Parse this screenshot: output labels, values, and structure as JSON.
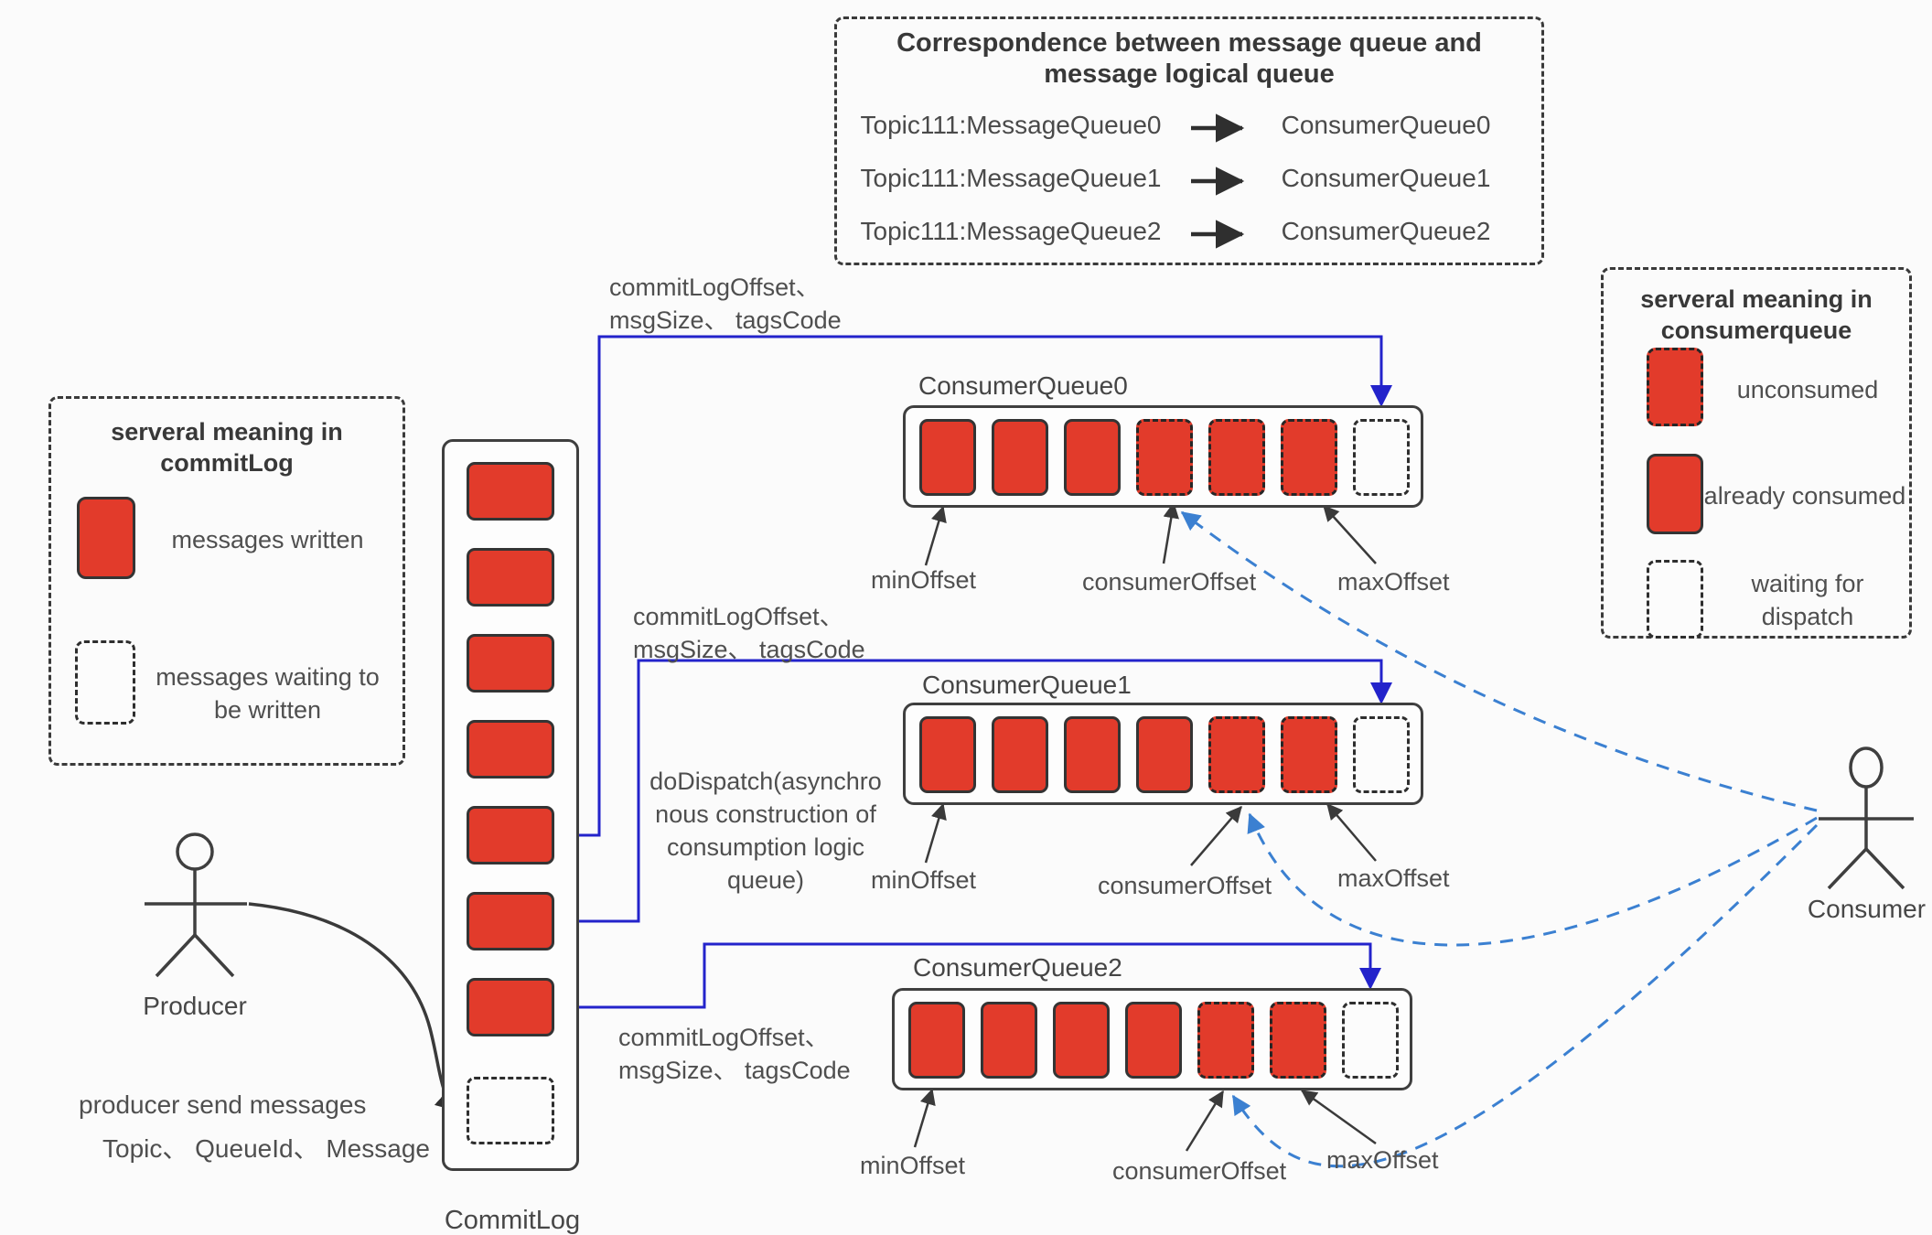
{
  "colors": {
    "message_red": "#e23b2b",
    "dispatch_line_blue": "#2323cb",
    "consume_line_blue": "#3b80d1",
    "outline_ink": "#3a3a3a"
  },
  "correspondence": {
    "title": "Correspondence between message queue and\nmessage logical queue",
    "rows": [
      {
        "from": "Topic111:MessageQueue0",
        "to": "ConsumerQueue0"
      },
      {
        "from": "Topic111:MessageQueue1",
        "to": "ConsumerQueue1"
      },
      {
        "from": "Topic111:MessageQueue2",
        "to": "ConsumerQueue2"
      }
    ]
  },
  "commitlog_legend": {
    "title": "serveral meaning in\ncommitLog",
    "items": [
      {
        "type": "written",
        "label": "messages written"
      },
      {
        "type": "waiting",
        "label": "messages waiting to\nbe written"
      }
    ]
  },
  "consumerqueue_legend": {
    "title": "serveral meaning in\nconsumerqueue",
    "items": [
      {
        "type": "unconsumed",
        "label": "unconsumed"
      },
      {
        "type": "consumed",
        "label": "already consumed"
      },
      {
        "type": "waiting",
        "label": "waiting for\ndispatch"
      }
    ]
  },
  "commitlog": {
    "label": "CommitLog",
    "blocks": [
      "written",
      "written",
      "written",
      "written",
      "written",
      "written",
      "written",
      "waiting"
    ]
  },
  "queues": [
    {
      "name": "ConsumerQueue0",
      "cells": [
        "consumed",
        "consumed",
        "consumed",
        "unconsumed",
        "unconsumed",
        "unconsumed",
        "waiting"
      ]
    },
    {
      "name": "ConsumerQueue1",
      "cells": [
        "consumed",
        "consumed",
        "consumed",
        "consumed",
        "unconsumed",
        "unconsumed",
        "waiting"
      ]
    },
    {
      "name": "ConsumerQueue2",
      "cells": [
        "consumed",
        "consumed",
        "consumed",
        "consumed",
        "unconsumed",
        "unconsumed",
        "waiting"
      ]
    }
  ],
  "offsets": {
    "min": "minOffset",
    "consumer": "consumerOffset",
    "max": "maxOffset"
  },
  "edge_labels": {
    "dispatch_fields": "commitLogOffset、\nmsgSize、 tagsCode",
    "do_dispatch": "doDispatch(asynchro\nnous construction of\nconsumption logic\nqueue)",
    "producer_send": "producer send messages",
    "producer_fields": "Topic、 QueueId、 Message"
  },
  "actors": {
    "producer": "Producer",
    "consumer": "Consumer"
  }
}
